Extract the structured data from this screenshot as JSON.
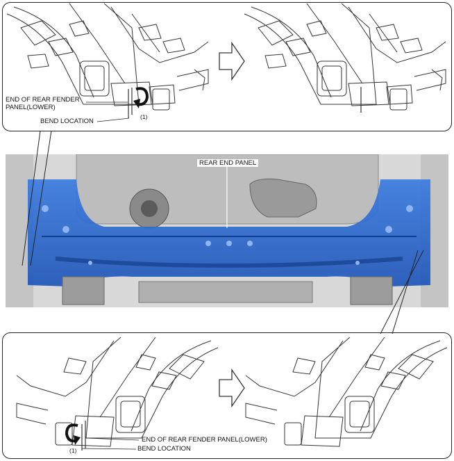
{
  "top_panel": {
    "end_label_line1": "END OF REAR FENDER",
    "end_label_line2": "PANEL(LOWER)",
    "bend_label": "BEND LOCATION",
    "step_marker": "(1)"
  },
  "photo": {
    "label": "REAR END PANEL",
    "highlight_color": "#2f6fd6"
  },
  "bottom_panel": {
    "end_label": "END OF REAR FENDER PANEL(LOWER)",
    "bend_label": "BEND LOCATION",
    "step_marker": "(1)"
  },
  "icons": {
    "step_arrow_top": "right-arrow-icon",
    "step_arrow_bottom": "right-arrow-icon",
    "bend_arrow_top": "bend-arrow-icon",
    "bend_arrow_bottom": "bend-arrow-icon"
  }
}
